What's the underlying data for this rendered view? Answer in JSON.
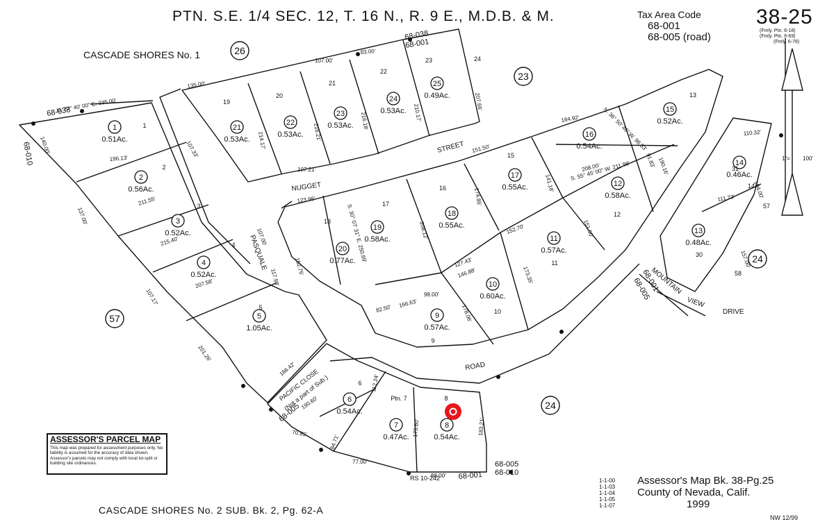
{
  "header": {
    "title": "PTN. S.E. 1/4 SEC. 12, T. 16 N., R. 9 E., M.D.B. & M.",
    "tax_area_label": "Tax Area Code",
    "tax_area_codes": [
      "68-001",
      "68-005 (road)"
    ],
    "map_book": "38-25",
    "former_numbers": [
      "(Fmly. Ptn. 6-18)",
      "(Fmly. Ptn. 6-69)",
      "(Fmly. 6-78)"
    ]
  },
  "subdivisions": {
    "north": "CASCADE SHORES No. 1",
    "south": "CASCADE SHORES No. 2 SUB. Bk. 2, Pg. 62-A"
  },
  "streets": {
    "nugget": "NUGGET",
    "street": "STREET",
    "pasquale": "PASQUALE",
    "road": "ROAD",
    "mountain": "MOUNTAIN",
    "view": "VIEW",
    "drive": "DRIVE",
    "pacific_close": "PACIFIC CLOSE",
    "pacific_note": "(Not a part of Sub.)"
  },
  "parcels": [
    {
      "num": "1",
      "acres": "0.51Ac."
    },
    {
      "num": "2",
      "acres": "0.56Ac."
    },
    {
      "num": "3",
      "acres": "0.52Ac."
    },
    {
      "num": "4",
      "acres": "0.52Ac."
    },
    {
      "num": "5",
      "acres": "1.05Ac."
    },
    {
      "num": "6",
      "acres": "0.54Ac."
    },
    {
      "num": "7",
      "acres": "0.47Ac."
    },
    {
      "num": "8",
      "acres": "0.54Ac."
    },
    {
      "num": "9",
      "acres": "0.57Ac."
    },
    {
      "num": "10",
      "acres": "0.60Ac."
    },
    {
      "num": "11",
      "acres": "0.57Ac."
    },
    {
      "num": "12",
      "acres": "0.58Ac."
    },
    {
      "num": "13",
      "acres": "0.48Ac."
    },
    {
      "num": "14",
      "acres": "0.46Ac."
    },
    {
      "num": "15",
      "acres": "0.52Ac."
    },
    {
      "num": "16",
      "acres": "0.54Ac."
    },
    {
      "num": "17",
      "acres": "0.55Ac."
    },
    {
      "num": "18",
      "acres": "0.55Ac."
    },
    {
      "num": "19",
      "acres": "0.58Ac."
    },
    {
      "num": "20",
      "acres": "0.77Ac."
    },
    {
      "num": "21",
      "acres": "0.53Ac."
    },
    {
      "num": "22",
      "acres": "0.53Ac."
    },
    {
      "num": "23",
      "acres": "0.53Ac."
    },
    {
      "num": "24",
      "acres": "0.53Ac."
    },
    {
      "num": "25",
      "acres": "0.49Ac."
    }
  ],
  "lots": [
    "1",
    "2",
    "3",
    "4",
    "5",
    "6",
    "Ptn. 7",
    "8",
    "9",
    "10",
    "11",
    "12",
    "13",
    "14",
    "15",
    "16",
    "17",
    "18",
    "19",
    "20",
    "21",
    "22",
    "23",
    "24",
    "30",
    "31",
    "57",
    "58"
  ],
  "adjacent_books": [
    "26",
    "23",
    "57",
    "24",
    "24"
  ],
  "dimensions": [
    "N. 77° 40' 00\" E. 235.00'",
    "140.00'",
    "196.13'",
    "211.55'",
    "215.40'",
    "207.58'",
    "137.00'",
    "107.17'",
    "201.26'",
    "107.00'",
    "117.98'",
    "166.42'",
    "190.60'",
    "70.85'",
    "84.71'",
    "77.00'",
    "112.24'",
    "173.60'",
    "88.00'",
    "183.21'",
    "135.00'",
    "107.33'",
    "214.17'",
    "216.21'",
    "216.18'",
    "210.17'",
    "207.66'",
    "107.00'",
    "83.00'",
    "107.21'",
    "123.96'",
    "152.75'",
    "S. 30° 07' 31\" E. 250.69'",
    "208.12'",
    "174.85'",
    "151.50'",
    "141.18'",
    "184.92'",
    "N. 36° 50' 46\" W. 98.53'",
    "S. 55° 45' 00\" W. 211.98'",
    "208.00'",
    "91.83'",
    "190.16'",
    "152.70'",
    "151.50'",
    "127.43'",
    "146.88'",
    "173.35'",
    "98.00'",
    "166.63'",
    "82.50'",
    "178.06'",
    "110.32'",
    "111.73'",
    "194.00'",
    "157.00'"
  ],
  "tax_codes": [
    "68-038",
    "68-010",
    "68-038",
    "68-001",
    "68-005",
    "68-001",
    "68-005",
    "68-001",
    "68-005",
    "68-010"
  ],
  "recorded_survey": "RS 10-242",
  "scale": {
    "left": "1\"=",
    "right": "100'"
  },
  "legend": {
    "title": "ASSESSOR'S PARCEL MAP",
    "note": "This map was prepared for assessment purposes only. No liability is assumed for the accuracy of data shown. Assessor's parcels may not comply with local lot-split or building site ordinances."
  },
  "footer": {
    "codes": [
      "1-1-00",
      "1-1-03",
      "1-1-04",
      "1-1-05",
      "1-1-07"
    ],
    "assessor": "Assessor's Map Bk.  38-Pg.25",
    "county": "County of Nevada, Calif.",
    "year": "1999",
    "revision": "NW 12/99"
  },
  "colors": {
    "ink": "#111111",
    "marker": "#e8161b",
    "paper": "#ffffff"
  }
}
